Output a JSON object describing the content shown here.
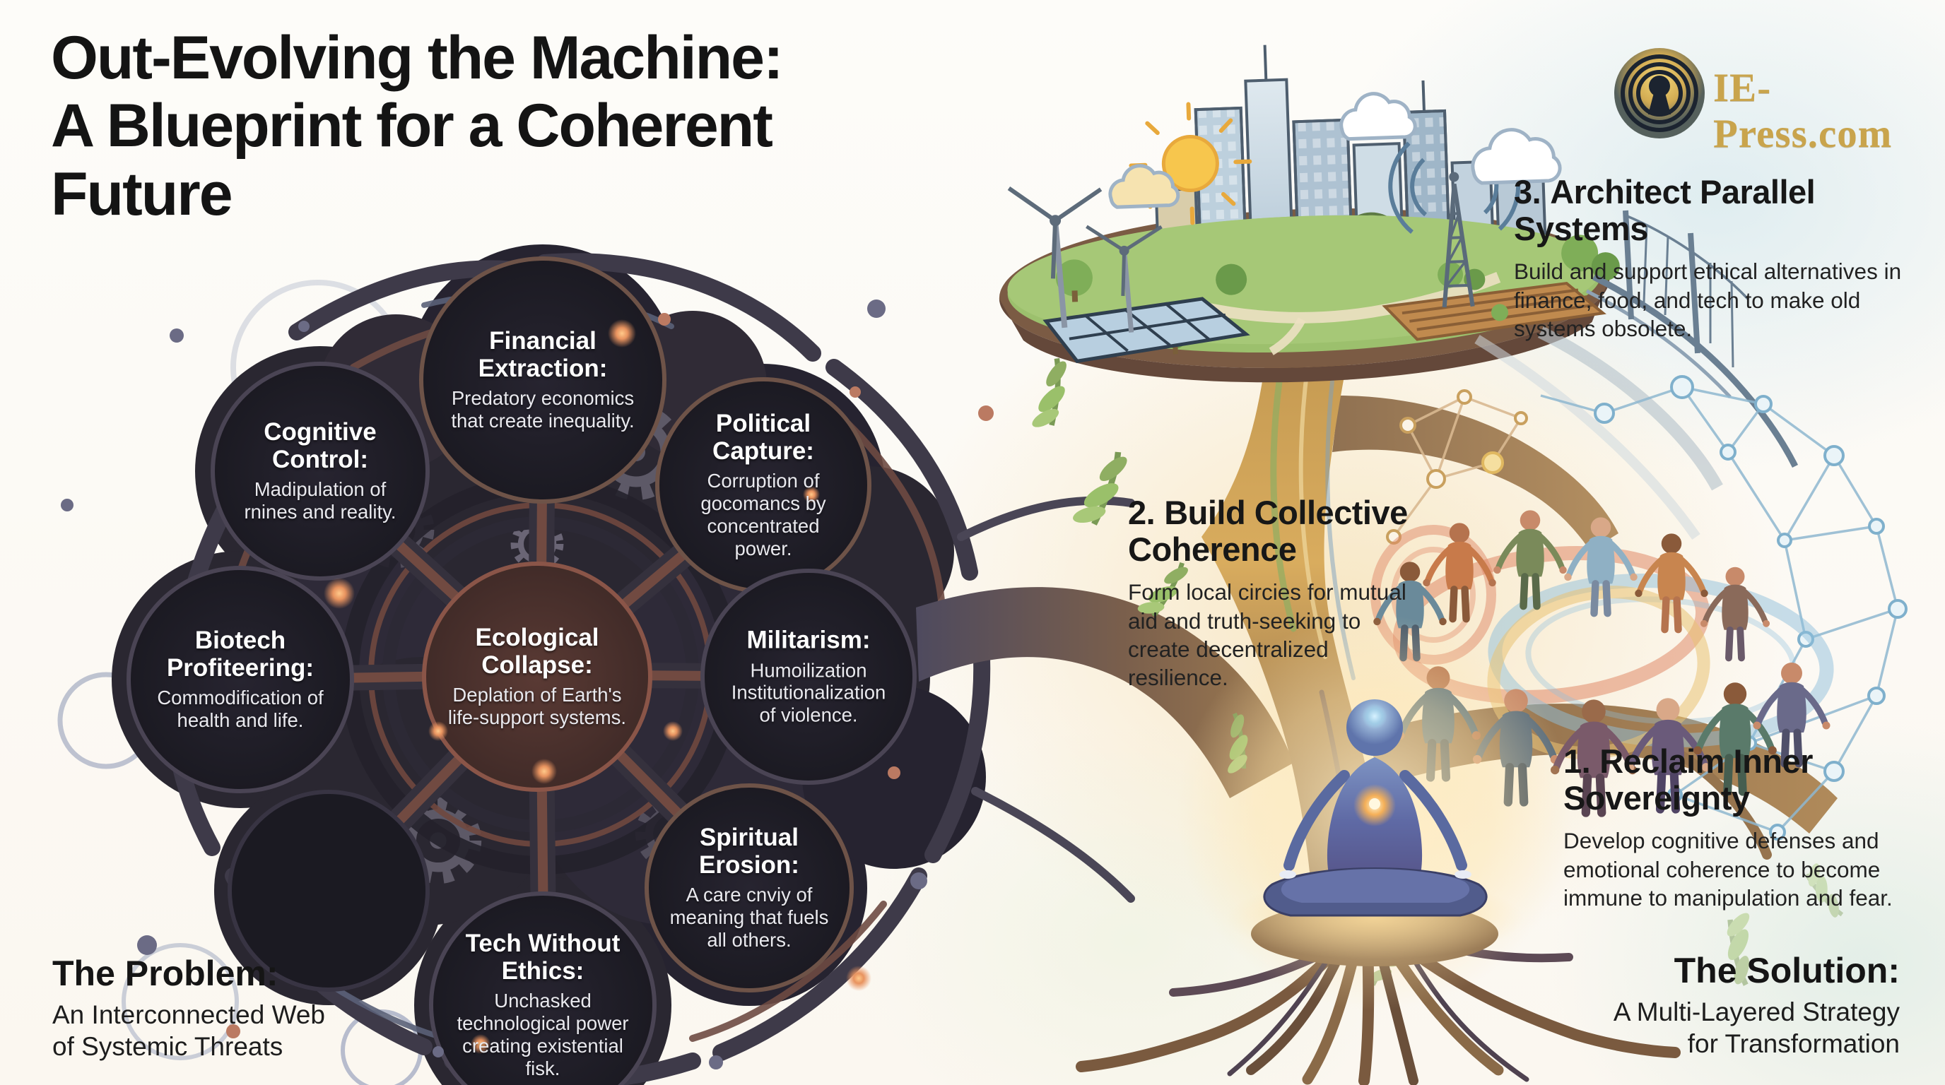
{
  "page": {
    "title_lines": [
      "Out-Evolving the Machine:",
      "A Blueprint for a Coherent",
      "Future"
    ]
  },
  "logo": {
    "site": "IE-Press.com",
    "icon": "keyhole-rings-icon"
  },
  "problem": {
    "heading": "The Problem:",
    "sub_line1": "An Interconnected Web",
    "sub_line2": "of Systemic Threats",
    "nodes": [
      {
        "id": "financial-extraction",
        "title": "Financial Extraction:",
        "body": "Predatory economics that create inequality."
      },
      {
        "id": "cognitive-control",
        "title": "Cognitive Control:",
        "body": "Madipulation of rnines and reality."
      },
      {
        "id": "political-capture",
        "title": "Political Capture:",
        "body": "Corruption of gocomancs by concentrated power."
      },
      {
        "id": "biotech-profiteering",
        "title": "Biotech Profiteering:",
        "body": "Commodification of health and life."
      },
      {
        "id": "ecological-collapse",
        "title": "Ecological Collapse:",
        "body": "Deplation of Earth's life-support systems."
      },
      {
        "id": "militarism",
        "title": "Militarism:",
        "body": "Humoilization Institutionalization of violence."
      },
      {
        "id": "spiritual-erosion",
        "title": "Spiritual Erosion:",
        "body": "A care cnviy of meaning that fuels all others."
      },
      {
        "id": "tech-without-ethics",
        "title": "Tech Without Ethics:",
        "body": "Unchasked technological power creating existential fisk."
      }
    ]
  },
  "solution": {
    "heading": "The Solution:",
    "sub_line1": "A Multi-Layered Strategy",
    "sub_line2": "for Transformation",
    "steps": [
      {
        "number": "3.",
        "title": "Architect Parallel Systems",
        "body": "Build and support ethical alternatives in finance, food, and tech to make old systems obsolete."
      },
      {
        "number": "2.",
        "title": "Build Collective Coherence",
        "body": "Form local circies for mutual aid and truth-seeking to create decentralized resilience."
      },
      {
        "number": "1.",
        "title": "Reclaim Inner Sovereignty",
        "body": "Develop cognitive defenses and emotional coherence to become immune to manipulation and fear."
      }
    ]
  },
  "art": {
    "machine_web": "dark-web-of-gears",
    "tree": "tree-of-transformation",
    "city_island": "sustainable-city-canopy",
    "people_circles": "people-holding-hands-rings",
    "meditator": "meditating-figure-on-roots"
  },
  "palette": {
    "ink": "#141414",
    "gold": "#c9a44c",
    "web_dark": "#2a2731",
    "rust": "#b5705e",
    "tree_gold": "#d3a85c",
    "leaf_green": "#8fae62",
    "ring_orange": "#e08a6a",
    "ring_blue": "#8fc0dc",
    "ring_yellow": "#eac274"
  }
}
